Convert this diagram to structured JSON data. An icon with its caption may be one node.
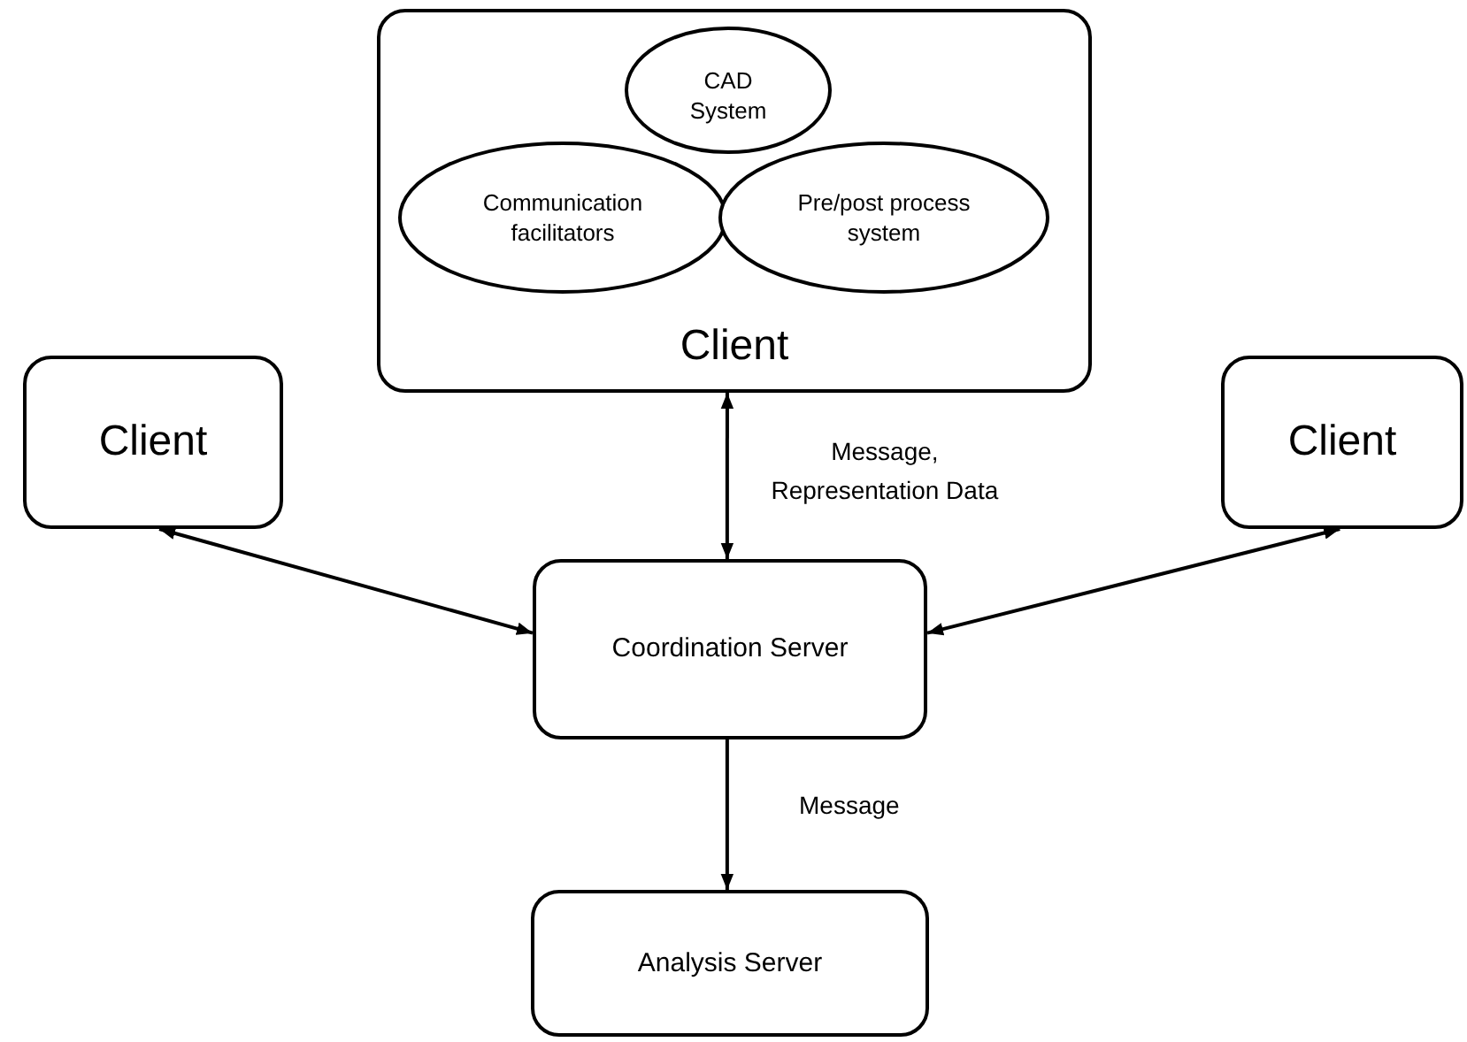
{
  "diagram": {
    "nodes": [
      {
        "text": [
          "Client"
        ]
      },
      {
        "text": [
          "CAD System"
        ],
        "in": 0
      },
      {
        "text": [
          "Communication facilitators"
        ],
        "in": 0
      },
      {
        "text": [
          "Pre/post process system"
        ],
        "in": 0
      },
      {
        "text": [
          "Client"
        ]
      },
      {
        "text": [
          "Client"
        ]
      },
      {
        "text": [
          "Coordination Server"
        ]
      },
      {
        "text": [
          "Analysis Server"
        ]
      }
    ],
    "edges": [
      {
        "from": 0,
        "to": 6,
        "arrow": "both",
        "label": "Message, Representation Data"
      },
      {
        "from": 4,
        "to": 6,
        "arrow": "both"
      },
      {
        "from": 5,
        "to": 6,
        "arrow": "both"
      },
      {
        "from": 6,
        "to": 7,
        "arrow": "to",
        "label": "Message"
      }
    ]
  }
}
